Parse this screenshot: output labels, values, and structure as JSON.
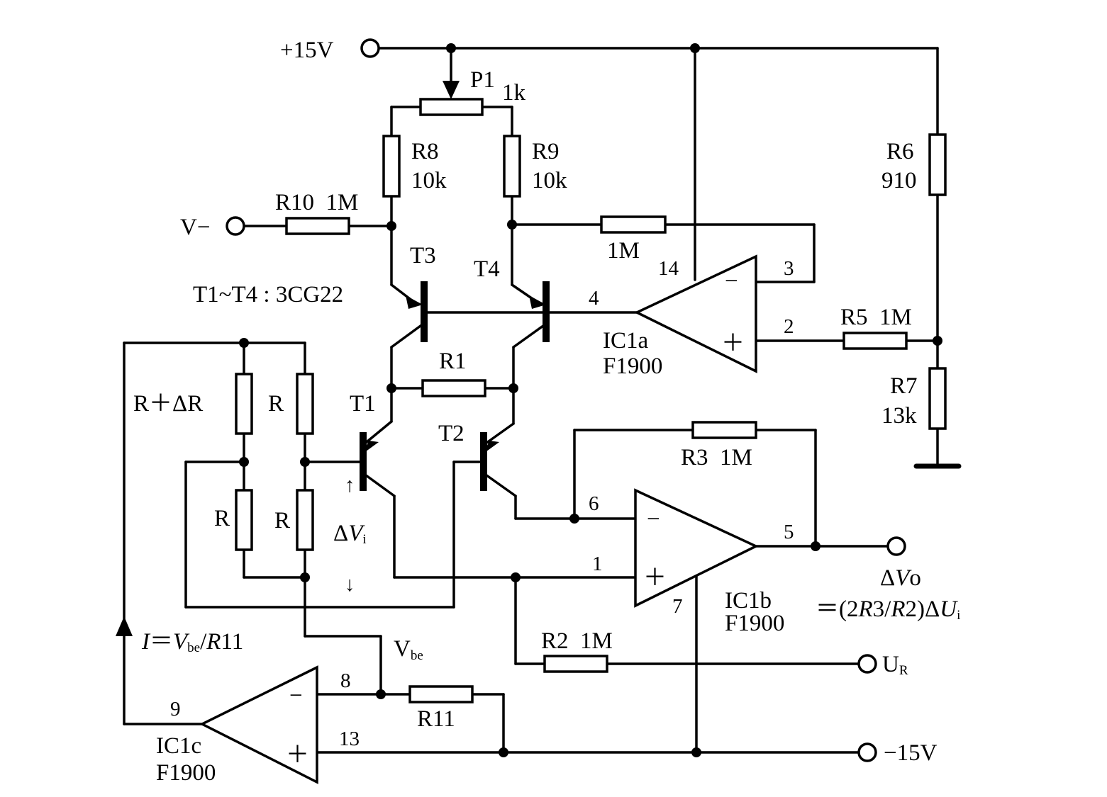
{
  "supplies": {
    "positive": "+15V",
    "negative": "−15V",
    "input": "V−",
    "reference": "U",
    "reference_sub": "R"
  },
  "note_transistors": "T1~T4 : 3CG22",
  "transistors": {
    "t1": "T1",
    "t2": "T2",
    "t3": "T3",
    "t4": "T4"
  },
  "resistors": {
    "p1": {
      "name": "P1",
      "value": "1k"
    },
    "r8": {
      "name": "R8",
      "value": "10k"
    },
    "r9": {
      "name": "R9",
      "value": "10k"
    },
    "r10": {
      "label": "R10  1M"
    },
    "feedback_1m": {
      "value": "1M"
    },
    "r6": {
      "name": "R6",
      "value": "910"
    },
    "r5": {
      "label": "R5  1M"
    },
    "r7": {
      "name": "R7",
      "value": "13k"
    },
    "r1": {
      "name": "R1"
    },
    "r3": {
      "label": "R3  1M"
    },
    "r2": {
      "label": "R2  1M"
    },
    "r11": {
      "name": "R11"
    },
    "bridge": {
      "r_plus_dr": "R＋ΔR",
      "r_top": "R",
      "r_bottom_left": "R",
      "r_bottom_right": "R"
    }
  },
  "opamps": {
    "ic1a": {
      "name": "IC1a",
      "part": "F1900"
    },
    "ic1b": {
      "name": "IC1b",
      "part": "F1900"
    },
    "ic1c": {
      "name": "IC1c",
      "part": "F1900"
    },
    "minus_sign": "−",
    "plus_sign": "＋"
  },
  "pins": {
    "p1": "1",
    "p2": "2",
    "p3": "3",
    "p4": "4",
    "p5": "5",
    "p6": "6",
    "p7": "7",
    "p8": "8",
    "p9": "9",
    "p13": "13",
    "p14": "14"
  },
  "annotations": {
    "delta_vi_prefix": "Δ",
    "delta_vi_var": "V",
    "delta_vi_sub": "i",
    "up_arrow": "↑",
    "down_arrow": "↓",
    "current_var": "I",
    "current_eq": "＝",
    "current_v": "V",
    "current_v_sub": "be",
    "current_div": "/",
    "current_r": "R",
    "current_r_num": "11",
    "vbe_main": "V",
    "vbe_sub": "be",
    "output_prefix": "Δ",
    "output_var": "V",
    "output_o": "o",
    "formula_open": "＝(2",
    "formula_r3": "R",
    "formula_3": "3/",
    "formula_r2": "R",
    "formula_2": "2)Δ",
    "formula_u": "U",
    "formula_i": "i"
  }
}
